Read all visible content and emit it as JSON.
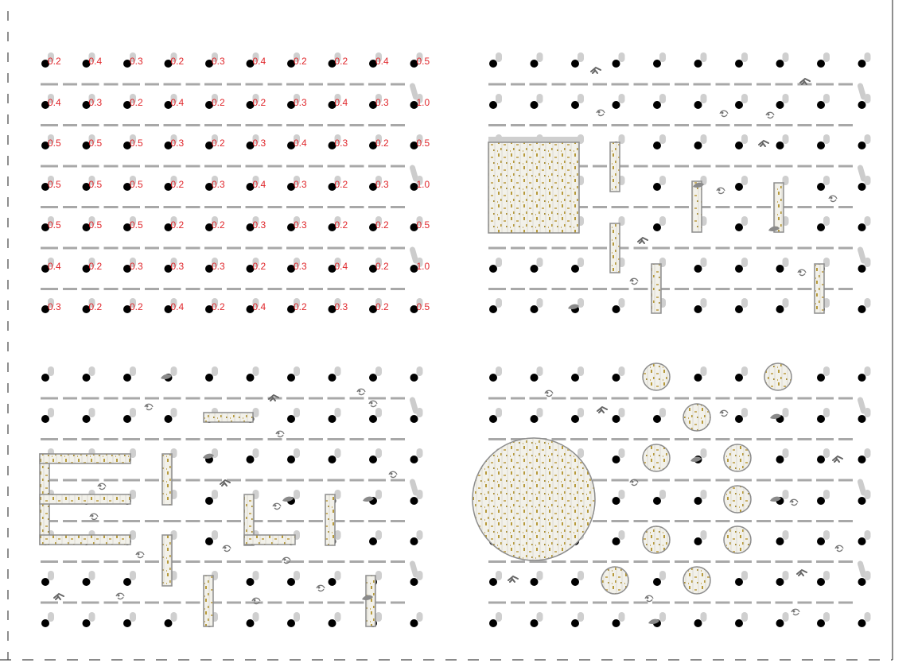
{
  "panels": [
    {
      "id": "values-grid",
      "values": [
        [
          "0.2",
          "0.4",
          "0.3",
          "0.2",
          "0.3",
          "0.4",
          "0.2",
          "0.2",
          "0.4",
          "0.5"
        ],
        [
          "0.4",
          "0.3",
          "0.2",
          "0.4",
          "0.2",
          "0.2",
          "0.3",
          "0.4",
          "0.3",
          "1.0"
        ],
        [
          "0.5",
          "0.5",
          "0.5",
          "0.3",
          "0.2",
          "0.3",
          "0.4",
          "0.3",
          "0.2",
          "0.5"
        ],
        [
          "0.5",
          "0.5",
          "0.5",
          "0.2",
          "0.3",
          "0.4",
          "0.3",
          "0.2",
          "0.3",
          "1.0"
        ],
        [
          "0.5",
          "0.5",
          "0.5",
          "0.2",
          "0.2",
          "0.3",
          "0.3",
          "0.2",
          "0.2",
          "0.5"
        ],
        [
          "0.4",
          "0.2",
          "0.3",
          "0.3",
          "0.3",
          "0.2",
          "0.3",
          "0.4",
          "0.2",
          "1.0"
        ],
        [
          "0.3",
          "0.2",
          "0.2",
          "0.4",
          "0.2",
          "0.4",
          "0.2",
          "0.3",
          "0.2",
          "0.5"
        ]
      ]
    },
    {
      "id": "square-bars-layout"
    },
    {
      "id": "letter-bars-layout"
    },
    {
      "id": "circles-layout"
    }
  ],
  "colors": {
    "node": "#000000",
    "node_shadow": "#cfcfcf",
    "dash": "#a8a8a8",
    "value_text": "#e0262b",
    "fill": "#f1f0e8",
    "speckle": "#b79a3c",
    "outline": "#8d8d8d",
    "frame": "#444444"
  },
  "icons": [
    "pedestrian-icon",
    "bird-icon",
    "dog-icon"
  ]
}
